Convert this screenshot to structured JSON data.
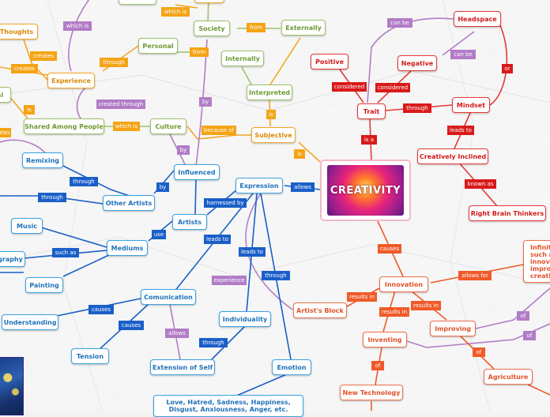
{
  "central": {
    "label": "CREATIVITY"
  },
  "nodes": {
    "thoughts": "Thoughts",
    "experience": "Experience",
    "al": "al",
    "shared_among_people": "Shared Among People",
    "society": "Society",
    "externally": "Externally",
    "personal": "Personal",
    "internally": "Internally",
    "interpreted": "Interpreted",
    "culture": "Culture",
    "subjective": "Subjective",
    "influenced": "Influenced",
    "remixing": "Remixing",
    "other_artists": "Other Artists",
    "artists": "Artists",
    "expression": "Expression",
    "music": "Music",
    "mediums": "Mediums",
    "graphy": "graphy",
    "painting": "Painting",
    "comunication": "Comunication",
    "understanding": "Understanding",
    "tension": "Tension",
    "individuality": "Individuality",
    "extension_of_self": "Extension of Self",
    "emotion": "Emotion",
    "emotions_list": "Love, Hatred, Sadness, Happiness, Disgust, Anxiousness, Anger, etc.",
    "artists_block": "Artist's Block",
    "headspace": "Headspace",
    "positive": "Positive",
    "negative": "Negative",
    "trait": "Trait",
    "mindset": "Mindset",
    "creatively_inclined": "Creatively Inclined",
    "right_brain_thinkers": "Right Brain Thinkers",
    "innovation": "Innovation",
    "infinite": "Infinit such a innova improv creativ",
    "improving": "Improving",
    "inventing": "Inventing",
    "agriculture": "Agriculture",
    "new_technology": "New Technology"
  },
  "labels": {
    "which_is_top": "which is",
    "which_is_left": "which is",
    "from_1": "from",
    "from_2": "from",
    "creates_1": "creates",
    "creates_2": "creates",
    "through_personal": "through",
    "is_left": "is",
    "ates": "ates",
    "created_through": "created through",
    "by_1": "by",
    "by_2": "by",
    "because_of": "because of",
    "is_interp": "is",
    "is_subj": "is",
    "through_remix": "through",
    "through_other": "through",
    "by_3": "by",
    "allows_expr": "allows",
    "harnessed_by": "harnessed by",
    "use": "use",
    "leads_to_1": "leads to",
    "leads_to_2": "leads to",
    "through_emotion": "through",
    "such_as": "such as",
    "experience_lab": "experience",
    "causes_1": "causes",
    "causes_2": "causes",
    "allows_2": "allows",
    "through_ext": "through",
    "can_be_1": "can be",
    "can_be_2": "can be",
    "considered_1": "considered",
    "considered_2": "considered",
    "through_mind": "through",
    "or": "or",
    "is_a": "is a",
    "leads_to_3": "leads to",
    "known_as": "known as",
    "causes_3": "causes",
    "allows_for": "allows for",
    "results_in_1": "results in",
    "results_in_2": "results in",
    "results_in_3": "results in",
    "of_1": "of",
    "of_2": "of",
    "of_3": "of",
    "of_4": "of"
  },
  "colors": {
    "blue": "#3aa3e3",
    "blue_label": "#1a5fc8",
    "green": "#9cc26a",
    "orange": "#f4a524",
    "purple": "#b27cc6",
    "red": "#e53838",
    "coral": "#f05a28"
  }
}
